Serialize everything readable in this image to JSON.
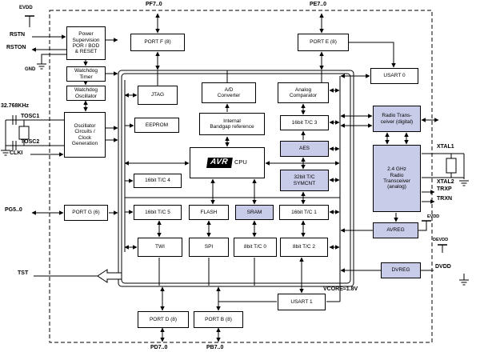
{
  "colors": {
    "highlight": "#c9cce9",
    "wire": "#000000",
    "block_border": "#000000",
    "background": "#ffffff"
  },
  "pins": {
    "evdd_top": "EVDD",
    "pf": "PF7..0",
    "pe": "PE7..0",
    "rstn": "RSTN",
    "rston": "RSTON",
    "gnd": "GND",
    "osc_freq": "32.768KHz",
    "tosc1": "TOSC1",
    "tosc2": "TOSC2",
    "clki": "CLKI",
    "pg": "PG5..0",
    "tst": "TST",
    "xtal1": "XTAL1",
    "xtal2": "XTAL2",
    "trxp": "TRXP",
    "trxn": "TRXN",
    "evdd_right": "EVDD",
    "devdd": "DEVDD",
    "dvdd": "DVDD",
    "pd": "PD7..0",
    "pb": "PB7..0",
    "vcore": "VCORE≈1.8V"
  },
  "blocks": {
    "power_supervision": "Power\nSupervision\nPOR / BOD\n& RESET",
    "watchdog_timer": "Watchdog\nTimer",
    "watchdog_osc": "Watchdog\nOscillator",
    "oscillator": "Oscillator\nCircuits /\nClock\nGeneration",
    "port_f": "PORT F (8)",
    "port_e": "PORT E (8)",
    "usart0": "USART 0",
    "jtag": "JTAG",
    "adc": "A/D\nConverter",
    "analog_comp": "Analog\nComparator",
    "eeprom": "EEPROM",
    "bandgap": "Internal\nBandgap reference",
    "tc3": "16bit T/C 3",
    "radio_digital": "Radio Trans-\nceiver (digital)",
    "aes": "AES",
    "cpu_logo": "AVR",
    "cpu_label": "CPU",
    "tc4": "16bit T/C 4",
    "symcnt": "32bit T/C\nSYMCNT",
    "radio_analog": "2.4 GHz\nRadio\nTransceiver\n(analog)",
    "port_g": "PORT G (6)",
    "tc5": "16bit T/C 5",
    "flash": "FLASH",
    "sram": "SRAM",
    "tc1": "16bit T/C 1",
    "avreg": "AVREG",
    "twi": "TWI",
    "spi": "SPI",
    "tc0": "8bit T/C 0",
    "tc2": "8bit T/C 2",
    "dvreg": "DVREG",
    "usart1": "USART 1",
    "port_d": "PORT D (8)",
    "port_b": "PORT B (8)"
  }
}
